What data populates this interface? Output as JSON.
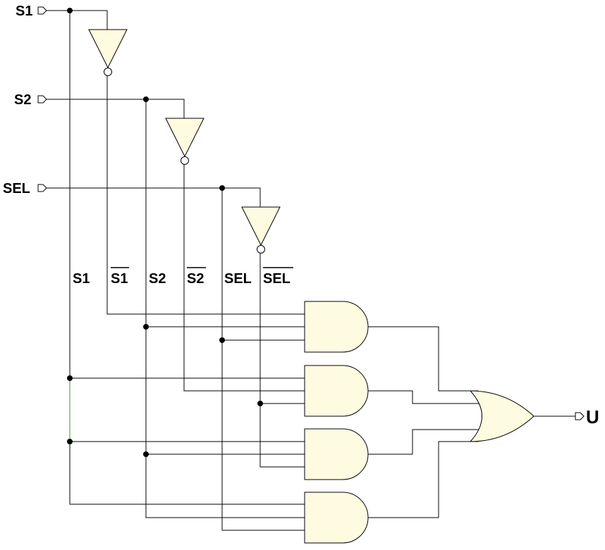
{
  "inputs": {
    "s1": "S1",
    "s2": "S2",
    "sel": "SEL"
  },
  "output": "U",
  "bus_labels": {
    "s1": "S1",
    "s1_not": "S1",
    "s2": "S2",
    "s2_not": "S2",
    "sel": "SEL",
    "sel_not": "SEL"
  }
}
